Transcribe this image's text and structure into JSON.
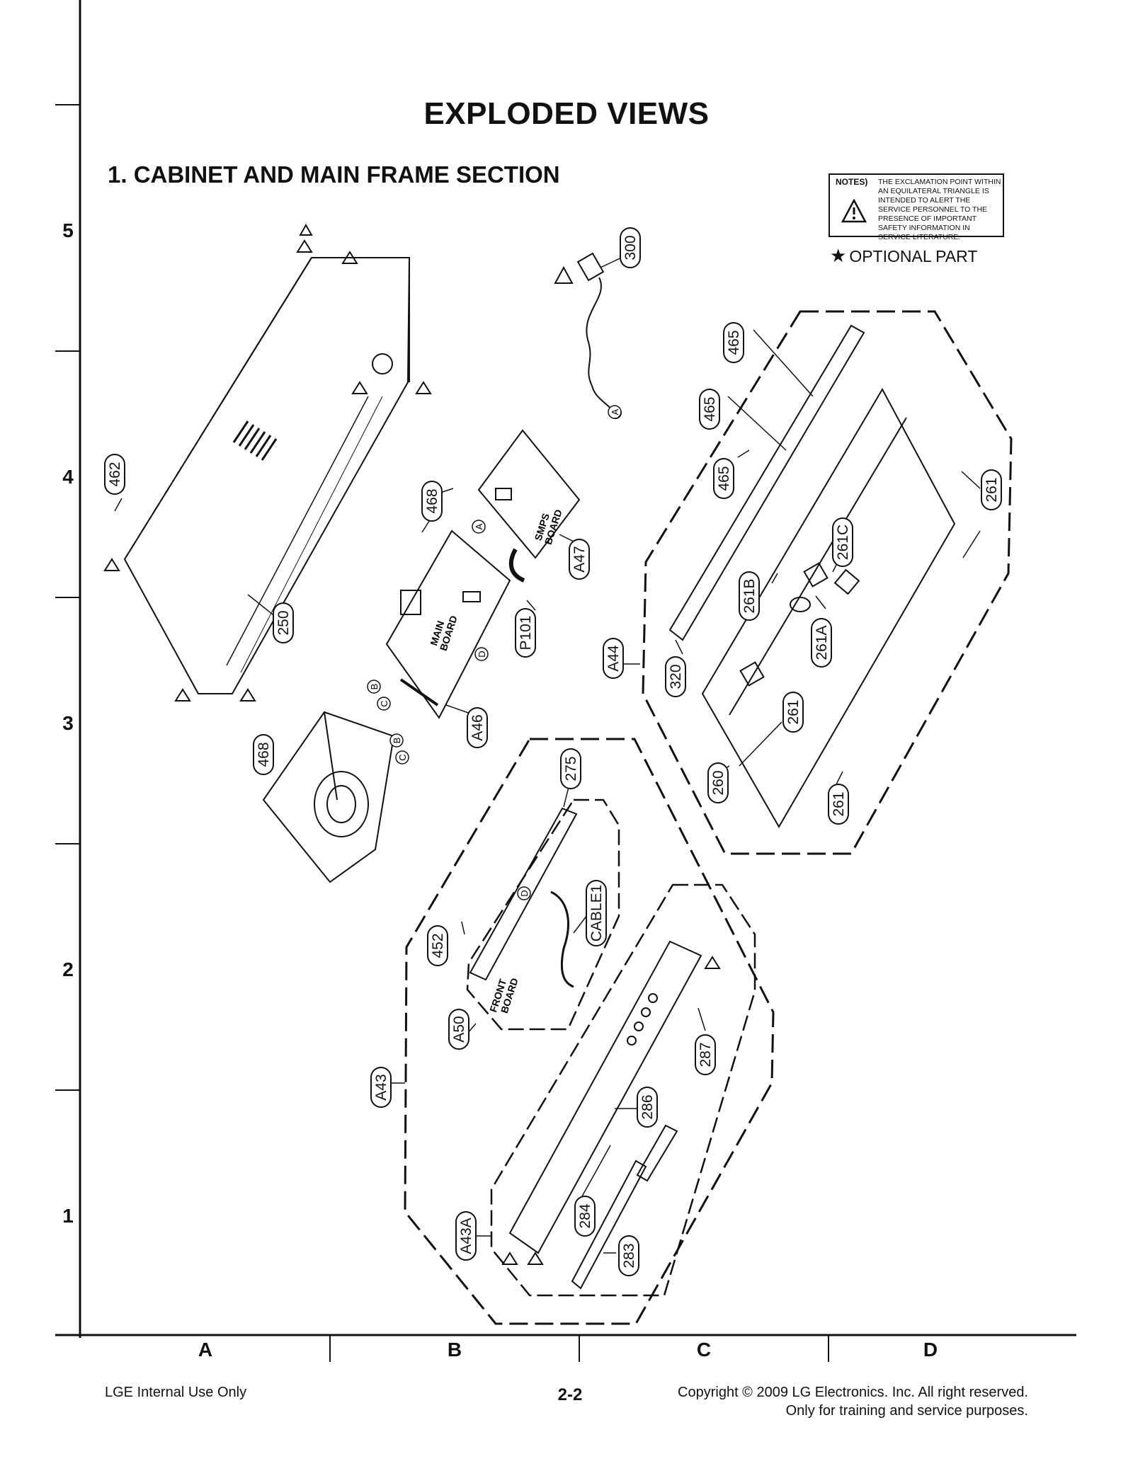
{
  "title": "EXPLODED VIEWS",
  "section": "1. CABINET AND MAIN FRAME SECTION",
  "notes": {
    "label": "NOTES)",
    "text": "THE EXCLAMATION POINT WITHIN AN EQUILATERAL TRIANGLE IS INTENDED TO ALERT THE SERVICE PERSONNEL TO THE PRESENCE OF IMPORTANT SAFETY INFORMATION IN SERVICE LITERATURE."
  },
  "optional_label": "OPTIONAL PART",
  "grid": {
    "rows": [
      "5",
      "4",
      "3",
      "2",
      "1"
    ],
    "columns": [
      "A",
      "B",
      "C",
      "D"
    ]
  },
  "board_labels": {
    "smps": [
      "SMPS",
      "BOARD"
    ],
    "main": [
      "MAIN",
      "BOARD"
    ],
    "front": [
      "FRONT",
      "BOARD"
    ]
  },
  "connector_letters": [
    "A",
    "A",
    "B",
    "C",
    "D",
    "B",
    "C",
    "D"
  ],
  "part_callouts": [
    "462",
    "250",
    "468",
    "468",
    "A47",
    "P101",
    "A46",
    "300",
    "465",
    "465",
    "465",
    "261",
    "261C",
    "261B",
    "261A",
    "261",
    "261",
    "320",
    "260",
    "A44",
    "275",
    "CABLE1",
    "452",
    "A50",
    "A43",
    "287",
    "286",
    "284",
    "283",
    "A43A"
  ],
  "footer": {
    "left": "LGE Internal Use Only",
    "page": "2-2",
    "copyright": "Copyright © 2009 LG Electronics. Inc. All right reserved.",
    "purpose": "Only for training and service purposes."
  }
}
